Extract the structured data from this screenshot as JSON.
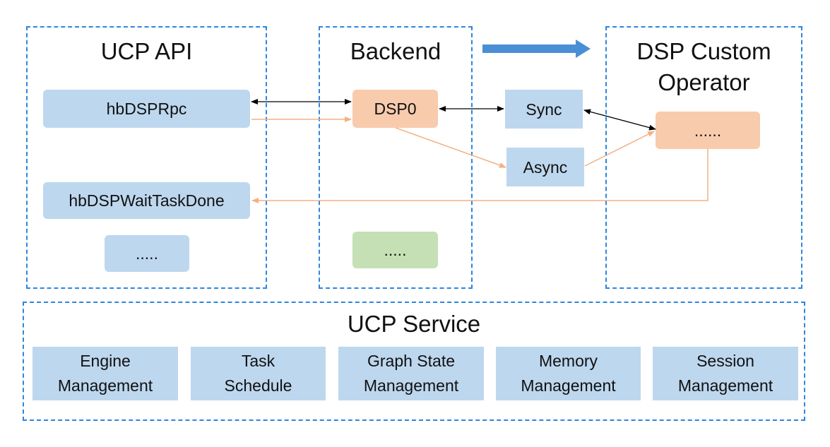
{
  "colors": {
    "blue_box": "#BDD7EE",
    "orange_box": "#F8CBAD",
    "green_box": "#C5E0B4",
    "dashed_border": "#2E86DE",
    "black_arrow": "#000000",
    "orange_arrow": "#F4B183",
    "big_arrow": "#4A8FD6"
  },
  "groups": {
    "ucp_api": {
      "title": "UCP API",
      "items": [
        "hbDSPRpc",
        "hbDSPWaitTaskDone",
        "....."
      ]
    },
    "backend": {
      "title": "Backend",
      "items": [
        "DSP0",
        "....."
      ]
    },
    "modes": {
      "sync": "Sync",
      "async": "Async"
    },
    "dsp_custom_operator": {
      "title_line1": "DSP Custom",
      "title_line2": "Operator",
      "item": "......"
    },
    "ucp_service": {
      "title": "UCP Service",
      "modules": [
        {
          "line1": "Engine",
          "line2": "Management"
        },
        {
          "line1": "Task",
          "line2": "Schedule"
        },
        {
          "line1": "Graph State",
          "line2": "Management"
        },
        {
          "line1": "Memory",
          "line2": "Management"
        },
        {
          "line1": "Session",
          "line2": "Management"
        }
      ]
    }
  }
}
